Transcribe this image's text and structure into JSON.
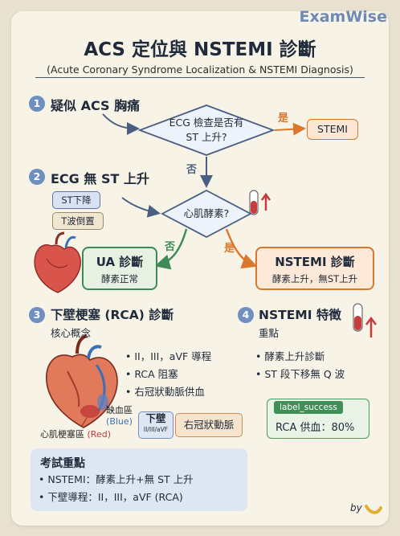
{
  "brand": "ExamWise",
  "title": "ACS 定位與 NSTEMI 診斷",
  "subtitle": "(Acute Coronary Syndrome Localization & NSTEMI Diagnosis)",
  "flow": {
    "step1": {
      "num": "1",
      "label": "疑似 ACS 胸痛"
    },
    "diamond1": {
      "line1": "ECG 檢查是否有",
      "line2": "ST 上升?"
    },
    "yes1": "是",
    "stemi": "STEMI",
    "no1": "否",
    "step2": {
      "num": "2",
      "label": "ECG 無 ST 上升"
    },
    "chip_st_down": "ST下降",
    "chip_t_inv": "T波倒置",
    "diamond2": "心肌酵素?",
    "no2": "否",
    "yes2": "是",
    "ua": {
      "title": "UA 診斷",
      "sub": "酵素正常"
    },
    "nstemi": {
      "title": "NSTEMI 診斷",
      "sub": "酵素上升，無ST上升"
    }
  },
  "section3": {
    "num": "3",
    "title": "下壁梗塞 (RCA) 診斷",
    "subtitle": "核心概念",
    "bullets": [
      "• II，III，aVF 導程",
      "• RCA 阻塞",
      "• 右冠狀動脈供血"
    ],
    "ischemia_label": "缺血區",
    "ischemia_color": "(Blue)",
    "infarct_label": "心肌梗塞區",
    "infarct_color": "(Red)",
    "tag_title": "下壁",
    "tag_sub": "II/III/aVF",
    "tag_rca": "右冠狀動脈"
  },
  "section4": {
    "num": "4",
    "title": "NSTEMI 特徵",
    "subtitle": "重點",
    "bullets": [
      "• 酵素上升診斷",
      "• ST 段下移無 Q 波"
    ],
    "success_label": "label_success",
    "success_text": "RCA 供血：80%"
  },
  "exam": {
    "title": "考試重點",
    "lines": [
      "• NSTEMI：酵素上升+無 ST 上升",
      "• 下壁導程：II，III，aVF (RCA)"
    ]
  },
  "signature": "by",
  "colors": {
    "accent_blue": "#6f8fbf",
    "orange": "#d9782d",
    "green": "#3b8a58"
  }
}
